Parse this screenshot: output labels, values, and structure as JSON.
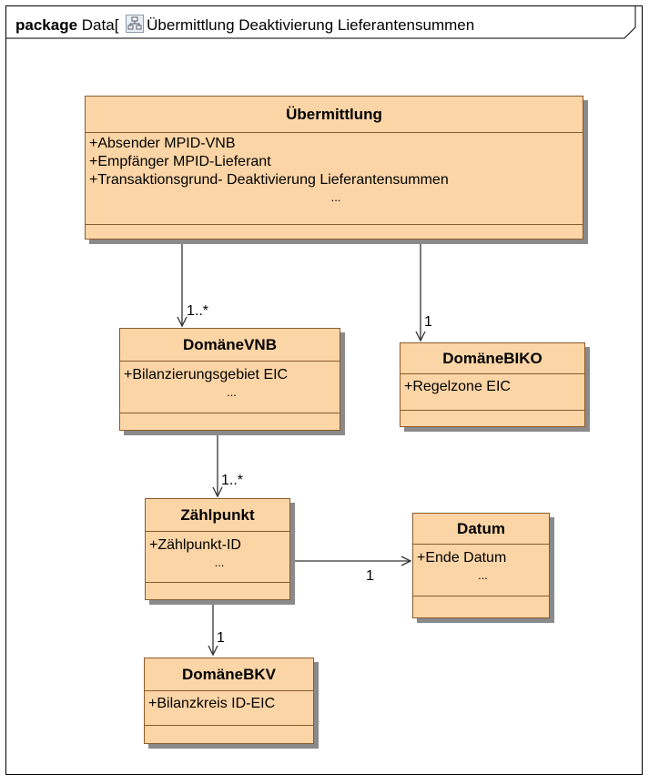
{
  "package": {
    "keyword": "package",
    "prefix": "Data[",
    "title": "Übermittlung Deaktivierung Lieferantensummen",
    "icon": "class-diagram-icon"
  },
  "classes": {
    "uebermittlung": {
      "name": "Übermittlung",
      "attributes": [
        "+Absender MPID-VNB",
        "+Empfänger MPID-Lieferant",
        "+Transaktionsgrund- Deaktivierung Lieferantensummen"
      ],
      "more": "..."
    },
    "domaene_vnb": {
      "name": "DomäneVNB",
      "attributes": [
        "+Bilanzierungsgebiet EIC"
      ],
      "more": "..."
    },
    "domaene_biko": {
      "name": "DomäneBIKO",
      "attributes": [
        "+Regelzone EIC"
      ]
    },
    "zaehlpunkt": {
      "name": "Zählpunkt",
      "attributes": [
        "+Zählpunkt-ID"
      ],
      "more": "..."
    },
    "datum": {
      "name": "Datum",
      "attributes": [
        "+Ende Datum"
      ],
      "more": "..."
    },
    "domaene_bkv": {
      "name": "DomäneBKV",
      "attributes": [
        "+Bilanzkreis ID-EIC"
      ]
    }
  },
  "multiplicities": {
    "uebermittlung_vnb": "1..*",
    "uebermittlung_biko": "1",
    "vnb_zaehlpunkt": "1..*",
    "zaehlpunkt_datum": "1",
    "zaehlpunkt_bkv": "1"
  },
  "colors": {
    "class_fill": "#fcd5a6",
    "class_border": "#8b5a2b",
    "shadow": "#8a8a8a"
  }
}
